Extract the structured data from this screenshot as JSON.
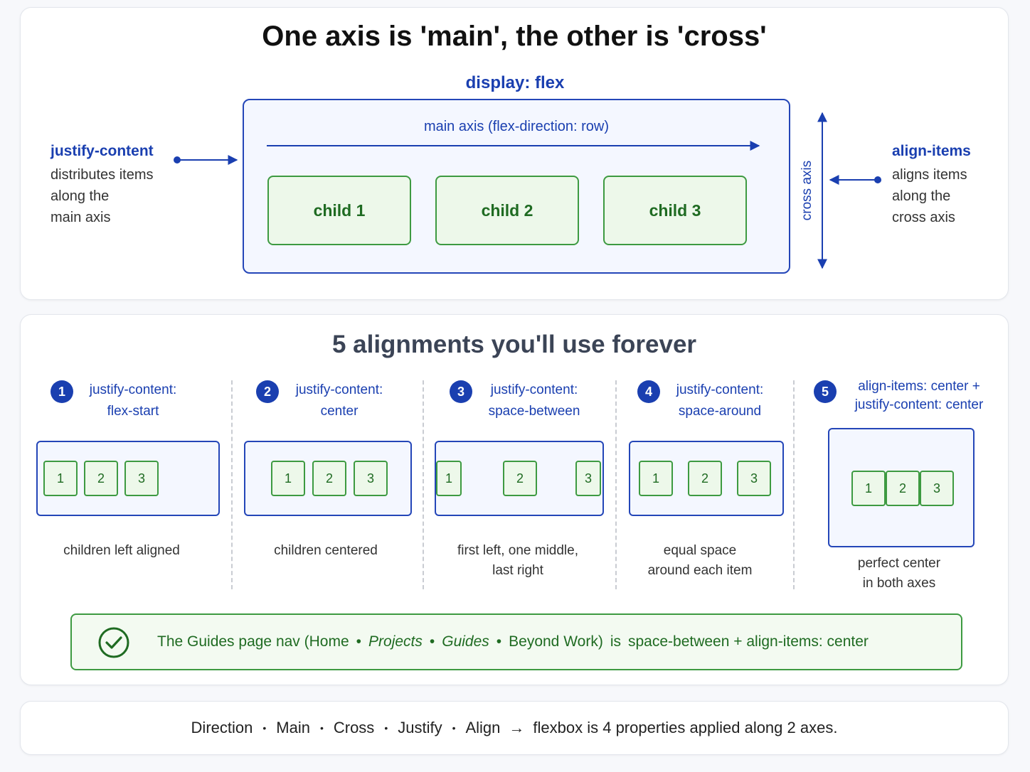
{
  "top": {
    "title": "One axis is 'main', the other is 'cross'",
    "container_label": "display: flex",
    "main_axis_label": "main axis (flex-direction: row)",
    "cross_axis_label": "cross axis",
    "children": [
      "child 1",
      "child 2",
      "child 3"
    ],
    "left_note": {
      "heading": "justify-content",
      "lines": [
        "distributes items",
        "along the",
        "main axis"
      ]
    },
    "right_note": {
      "heading": "align-items",
      "lines": [
        "aligns items",
        "along the",
        "cross axis"
      ]
    }
  },
  "alignments": {
    "title": "5 alignments you'll use forever",
    "items": [
      {
        "num": "1",
        "label_lines": [
          "justify-content:",
          "flex-start"
        ],
        "caption_lines": [
          "children left aligned"
        ],
        "boxes": [
          "1",
          "2",
          "3"
        ]
      },
      {
        "num": "2",
        "label_lines": [
          "justify-content:",
          "center"
        ],
        "caption_lines": [
          "children centered"
        ],
        "boxes": [
          "1",
          "2",
          "3"
        ]
      },
      {
        "num": "3",
        "label_lines": [
          "justify-content:",
          "space-between"
        ],
        "caption_lines": [
          "first left, one middle,",
          "last right"
        ],
        "boxes": [
          "1",
          "2",
          "3"
        ]
      },
      {
        "num": "4",
        "label_lines": [
          "justify-content:",
          "space-around"
        ],
        "caption_lines": [
          "equal space",
          "around each item"
        ],
        "boxes": [
          "1",
          "2",
          "3"
        ]
      },
      {
        "num": "5",
        "label_lines": [
          "align-items: center +",
          "justify-content: center"
        ],
        "caption_lines": [
          "perfect center",
          "in both axes"
        ],
        "boxes": [
          "1",
          "2",
          "3"
        ]
      }
    ],
    "callout": {
      "icon": "check-circle-icon",
      "prefix": "The Guides page nav (Home",
      "sep": "•",
      "item_projects": "Projects",
      "item_guides": "Guides",
      "item_beyond": "Beyond Work)",
      "is_text": "is",
      "rule": "space-between + align-items: center"
    }
  },
  "footer": {
    "words": [
      "Direction",
      "Main",
      "Cross",
      "Justify",
      "Align"
    ],
    "dot": "•",
    "arrow": "→",
    "summary": "flexbox is 4 properties applied along 2 axes."
  },
  "colors": {
    "blue": "#1a3fb0",
    "green": "#3d9a41",
    "green_dark": "#1f6b22"
  }
}
